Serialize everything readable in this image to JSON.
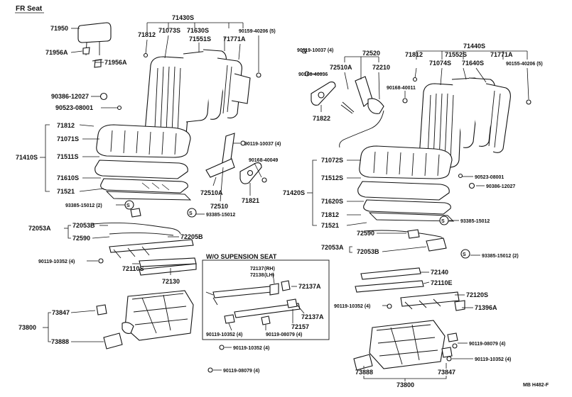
{
  "diagram": {
    "title": "FR Seat",
    "inset_title": "W/O SUPENSION SEAT",
    "footer_code": "MB H482-F"
  },
  "labels": [
    {
      "id": "l1",
      "text": "71950"
    },
    {
      "id": "l2",
      "text": "71956A"
    },
    {
      "id": "l3",
      "text": "71956A"
    },
    {
      "id": "l4",
      "text": "71430S"
    },
    {
      "id": "l5",
      "text": "71812"
    },
    {
      "id": "l6",
      "text": "71073S"
    },
    {
      "id": "l7",
      "text": "71630S"
    },
    {
      "id": "l8",
      "text": "71551S"
    },
    {
      "id": "l9",
      "text": "71771A"
    },
    {
      "id": "l10",
      "text": "90159-40206 (5)"
    },
    {
      "id": "l11",
      "text": "90386-12027"
    },
    {
      "id": "l12",
      "text": "90523-08001"
    },
    {
      "id": "l13",
      "text": "71812"
    },
    {
      "id": "l14",
      "text": "71071S"
    },
    {
      "id": "l15",
      "text": "71410S"
    },
    {
      "id": "l16",
      "text": "71511S"
    },
    {
      "id": "l17",
      "text": "71610S"
    },
    {
      "id": "l18",
      "text": "71521"
    },
    {
      "id": "l19",
      "text": "93385-15012 (2)"
    },
    {
      "id": "l20",
      "text": "93385-15012"
    },
    {
      "id": "l21",
      "text": "72053A"
    },
    {
      "id": "l22",
      "text": "72053B"
    },
    {
      "id": "l23",
      "text": "72590"
    },
    {
      "id": "l24",
      "text": "72205B"
    },
    {
      "id": "l25",
      "text": "90119-10352 (4)"
    },
    {
      "id": "l26",
      "text": "72110S"
    },
    {
      "id": "l27",
      "text": "72130"
    },
    {
      "id": "l28",
      "text": "73847"
    },
    {
      "id": "l29",
      "text": "73800"
    },
    {
      "id": "l30",
      "text": "73888"
    },
    {
      "id": "l31",
      "text": "90119-10352 (4)"
    },
    {
      "id": "l32",
      "text": "90119-08079 (4)"
    },
    {
      "id": "l33",
      "text": "90119-10037 (4)"
    },
    {
      "id": "l34",
      "text": "72520"
    },
    {
      "id": "l35",
      "text": "90168-40036"
    },
    {
      "id": "l36",
      "text": "72510A"
    },
    {
      "id": "l37",
      "text": "72210"
    },
    {
      "id": "l38",
      "text": "90168-40011"
    },
    {
      "id": "l39",
      "text": "71822"
    },
    {
      "id": "l40",
      "text": "90119-10037 (4)"
    },
    {
      "id": "l41",
      "text": "90168-40049"
    },
    {
      "id": "l42",
      "text": "72510A"
    },
    {
      "id": "l43",
      "text": "72510"
    },
    {
      "id": "l44",
      "text": "71821"
    },
    {
      "id": "l45",
      "text": "71440S"
    },
    {
      "id": "l46",
      "text": "71812"
    },
    {
      "id": "l47",
      "text": "71552S"
    },
    {
      "id": "l48",
      "text": "71074S"
    },
    {
      "id": "l49",
      "text": "71771A"
    },
    {
      "id": "l50",
      "text": "71640S"
    },
    {
      "id": "l51",
      "text": "90155-40206 (5)"
    },
    {
      "id": "l52",
      "text": "71072S"
    },
    {
      "id": "l53",
      "text": "71512S"
    },
    {
      "id": "l54",
      "text": "71420S"
    },
    {
      "id": "l55",
      "text": "71620S"
    },
    {
      "id": "l56",
      "text": "90523-08001"
    },
    {
      "id": "l57",
      "text": "90386-12027"
    },
    {
      "id": "l58",
      "text": "71812"
    },
    {
      "id": "l59",
      "text": "71521"
    },
    {
      "id": "l60",
      "text": "93385-15012"
    },
    {
      "id": "l61",
      "text": "72590"
    },
    {
      "id": "l62",
      "text": "72053A"
    },
    {
      "id": "l63",
      "text": "72053B"
    },
    {
      "id": "l64",
      "text": "93385-15012 (2)"
    },
    {
      "id": "l65",
      "text": "72137"
    },
    {
      "id": "l66",
      "text": "72138"
    },
    {
      "id": "l67",
      "text": "72137A"
    },
    {
      "id": "l68",
      "text": "72137A"
    },
    {
      "id": "l69",
      "text": "72157"
    },
    {
      "id": "l70",
      "text": "90119-10352 (4)"
    },
    {
      "id": "l71",
      "text": "90119-08079 (4)"
    },
    {
      "id": "l72",
      "text": "72140"
    },
    {
      "id": "l73",
      "text": "72110E"
    },
    {
      "id": "l74",
      "text": "72120S"
    },
    {
      "id": "l75",
      "text": "90119-10352 (4)"
    },
    {
      "id": "l76",
      "text": "71396A"
    },
    {
      "id": "l77",
      "text": "90119-08079 (4)"
    },
    {
      "id": "l78",
      "text": "90119-10352 (4)"
    },
    {
      "id": "l79",
      "text": "73888"
    },
    {
      "id": "l80",
      "text": "73847"
    },
    {
      "id": "l81",
      "text": "73800"
    }
  ],
  "side_tags": {
    "rh": "(RH)",
    "lh": "(LH)"
  }
}
